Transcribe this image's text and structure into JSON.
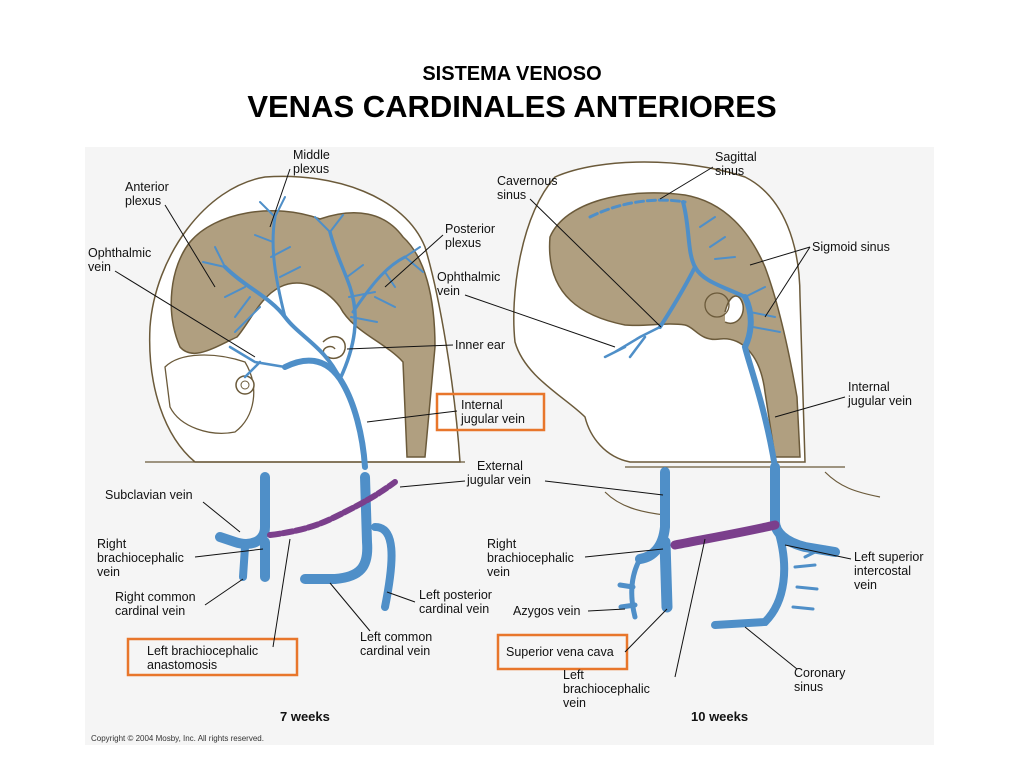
{
  "header": {
    "subtitle": "SISTEMA VENOSO",
    "title": "VENAS CARDINALES ANTERIORES"
  },
  "colors": {
    "brain": "#b09f80",
    "vein": "#4f8fc8",
    "anastomosis": "#7b3f8c",
    "highlight_box": "#e8762b",
    "panel_bg": "#f5f5f5"
  },
  "panel_left": {
    "caption": "7 weeks",
    "labels": {
      "middle_plexus_1": "Middle",
      "middle_plexus_2": "plexus",
      "anterior_plexus_1": "Anterior",
      "anterior_plexus_2": "plexus",
      "posterior_plexus_1": "Posterior",
      "posterior_plexus_2": "plexus",
      "ophthalmic_vein_1": "Ophthalmic",
      "ophthalmic_vein_2": "vein",
      "inner_ear": "Inner ear",
      "internal_jugular_1": "Internal",
      "internal_jugular_2": "jugular vein",
      "external_jugular_1": "External",
      "external_jugular_2": "jugular vein",
      "subclavian_vein": "Subclavian vein",
      "right_brachio_1": "Right",
      "right_brachio_2": "brachiocephalic",
      "right_brachio_3": "vein",
      "right_common_1": "Right common",
      "right_common_2": "cardinal vein",
      "left_posterior_1": "Left posterior",
      "left_posterior_2": "cardinal vein",
      "left_common_1": "Left common",
      "left_common_2": "cardinal vein",
      "left_brachio_anast_1": "Left brachiocephalic",
      "left_brachio_anast_2": "anastomosis"
    }
  },
  "panel_right": {
    "caption": "10 weeks",
    "labels": {
      "sagittal_sinus_1": "Sagittal",
      "sagittal_sinus_2": "sinus",
      "cavernous_sinus_1": "Cavernous",
      "cavernous_sinus_2": "sinus",
      "sigmoid_sinus": "Sigmoid sinus",
      "ophthalmic_vein_1": "Ophthalmic",
      "ophthalmic_vein_2": "vein",
      "internal_jugular_1": "Internal",
      "internal_jugular_2": "jugular vein",
      "right_brachio_1": "Right",
      "right_brachio_2": "brachiocephalic",
      "right_brachio_3": "vein",
      "azygos_vein": "Azygos vein",
      "superior_vena_cava": "Superior vena cava",
      "left_brachio_1": "Left",
      "left_brachio_2": "brachiocephalic",
      "left_brachio_3": "vein",
      "left_sup_intercostal_1": "Left superior",
      "left_sup_intercostal_2": "intercostal",
      "left_sup_intercostal_3": "vein",
      "coronary_sinus_1": "Coronary",
      "coronary_sinus_2": "sinus"
    }
  },
  "copyright": "Copyright © 2004 Mosby, Inc. All rights reserved."
}
